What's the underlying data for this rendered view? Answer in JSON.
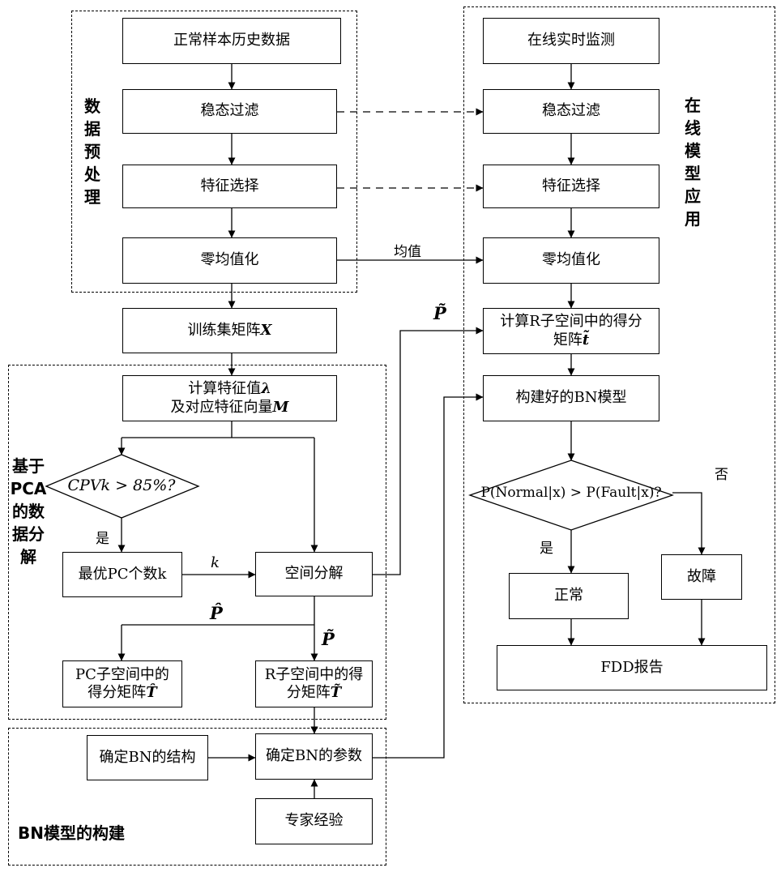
{
  "regions": {
    "preprocess_label": "数据预处理",
    "online_label": "在线模型应用",
    "pca_label": "基于PCA的数据分解",
    "bn_label": "BN模型的构建"
  },
  "boxes": {
    "history": "正常样本历史数据",
    "filter_left": "稳态过滤",
    "feature_left": "特征选择",
    "zero_left": "零均值化",
    "train_matrix": "训练集矩阵",
    "eig_line1": "计算特征值",
    "eig_line2": "及对应特征向量",
    "optimal_pc": "最优PC个数k",
    "space_decomp": "空间分解",
    "pc_score_line1": "PC子空间中的",
    "pc_score_line2": "得分矩阵",
    "r_score_line1": "R子空间中的得",
    "r_score_line2": "分矩阵",
    "bn_structure": "确定BN的结构",
    "bn_params": "确定BN的参数",
    "expert": "专家经验",
    "online_monitor": "在线实时监测",
    "filter_right": "稳态过滤",
    "feature_right": "特征选择",
    "zero_right": "零均值化",
    "r_calc_line1": "计算R子空间中的得分",
    "r_calc_line2": "矩阵",
    "bn_built": "构建好的BN模型",
    "normal": "正常",
    "fault": "故障",
    "fdd": "FDD报告"
  },
  "symbols": {
    "X": "X",
    "lambda": "λ",
    "M": "M",
    "T_hat": "T̂",
    "T_tilde": "T̃",
    "t_tilde": "t̃",
    "P_hat": "P̂",
    "P_tilde": "P̃",
    "k": "k"
  },
  "diamonds": {
    "cpv_text": "CPVk > 85%?",
    "prob_text": "P(Normal|x) > P(Fault|x)?"
  },
  "edge_labels": {
    "mean": "均值",
    "yes_left": "是",
    "yes_right": "是",
    "no_right": "否"
  }
}
